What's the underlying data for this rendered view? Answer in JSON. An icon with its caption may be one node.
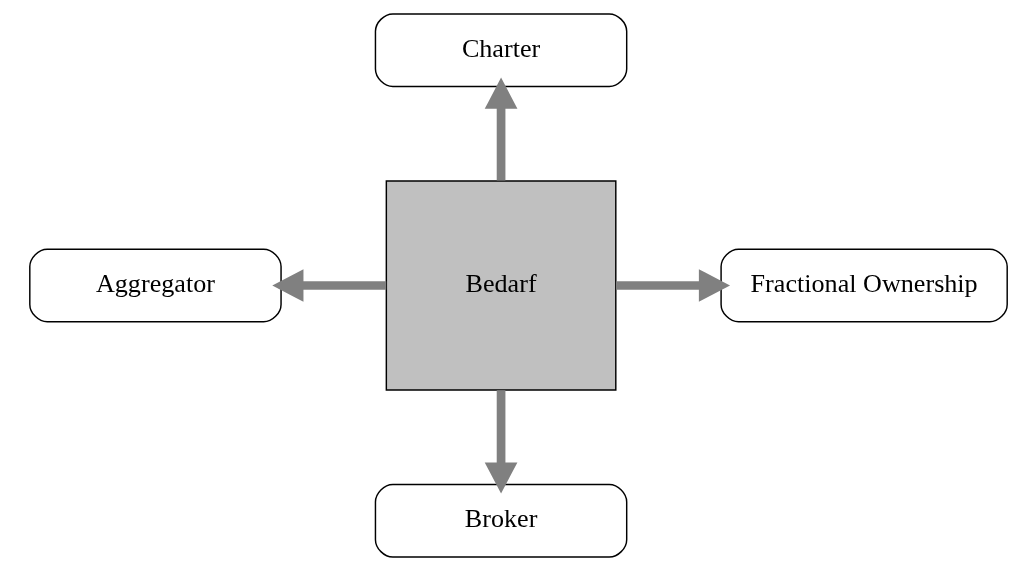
{
  "diagram": {
    "nodes": [
      {
        "text": [
          "Charter"
        ]
      },
      {
        "text": [
          "Aggregator"
        ]
      },
      {
        "text": [
          "Bedarf"
        ]
      },
      {
        "text": [
          "Fractional Ownership"
        ]
      },
      {
        "text": [
          "Broker"
        ]
      }
    ],
    "edges": [
      {
        "from": 2,
        "to": 0,
        "arrow": "to"
      },
      {
        "from": 2,
        "to": 1,
        "arrow": "to"
      },
      {
        "from": 2,
        "to": 3,
        "arrow": "to"
      },
      {
        "from": 2,
        "to": 4,
        "arrow": "to"
      }
    ]
  }
}
